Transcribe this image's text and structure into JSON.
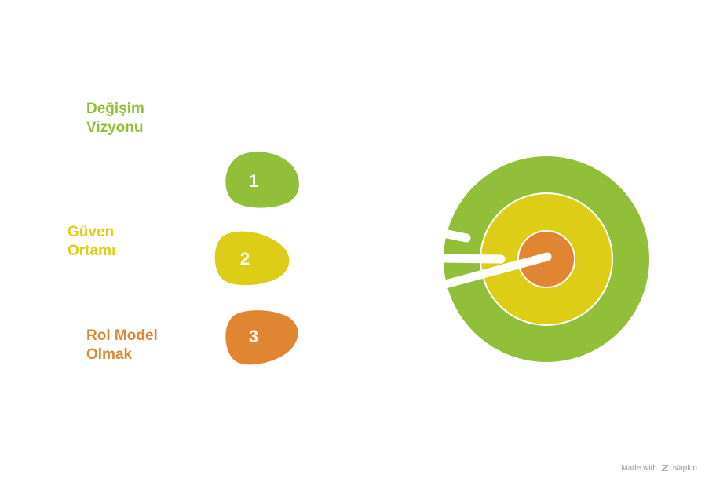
{
  "steps": [
    {
      "number": "1",
      "title_line1": "Değişim",
      "title_line2": "Vizyonu",
      "color": "#92BF3A"
    },
    {
      "number": "2",
      "title_line1": "Güven",
      "title_line2": "Ortamı",
      "color": "#DECD16"
    },
    {
      "number": "3",
      "title_line1": "Rol Model",
      "title_line2": "Olmak",
      "color": "#E08632"
    }
  ],
  "target": {
    "outer_color": "#92BF3A",
    "middle_color": "#DECD16",
    "inner_color": "#E08632",
    "icon": "target-icon"
  },
  "footer": {
    "made_with": "Made with",
    "brand": "Napkin",
    "icon": "napkin-logo-icon"
  }
}
